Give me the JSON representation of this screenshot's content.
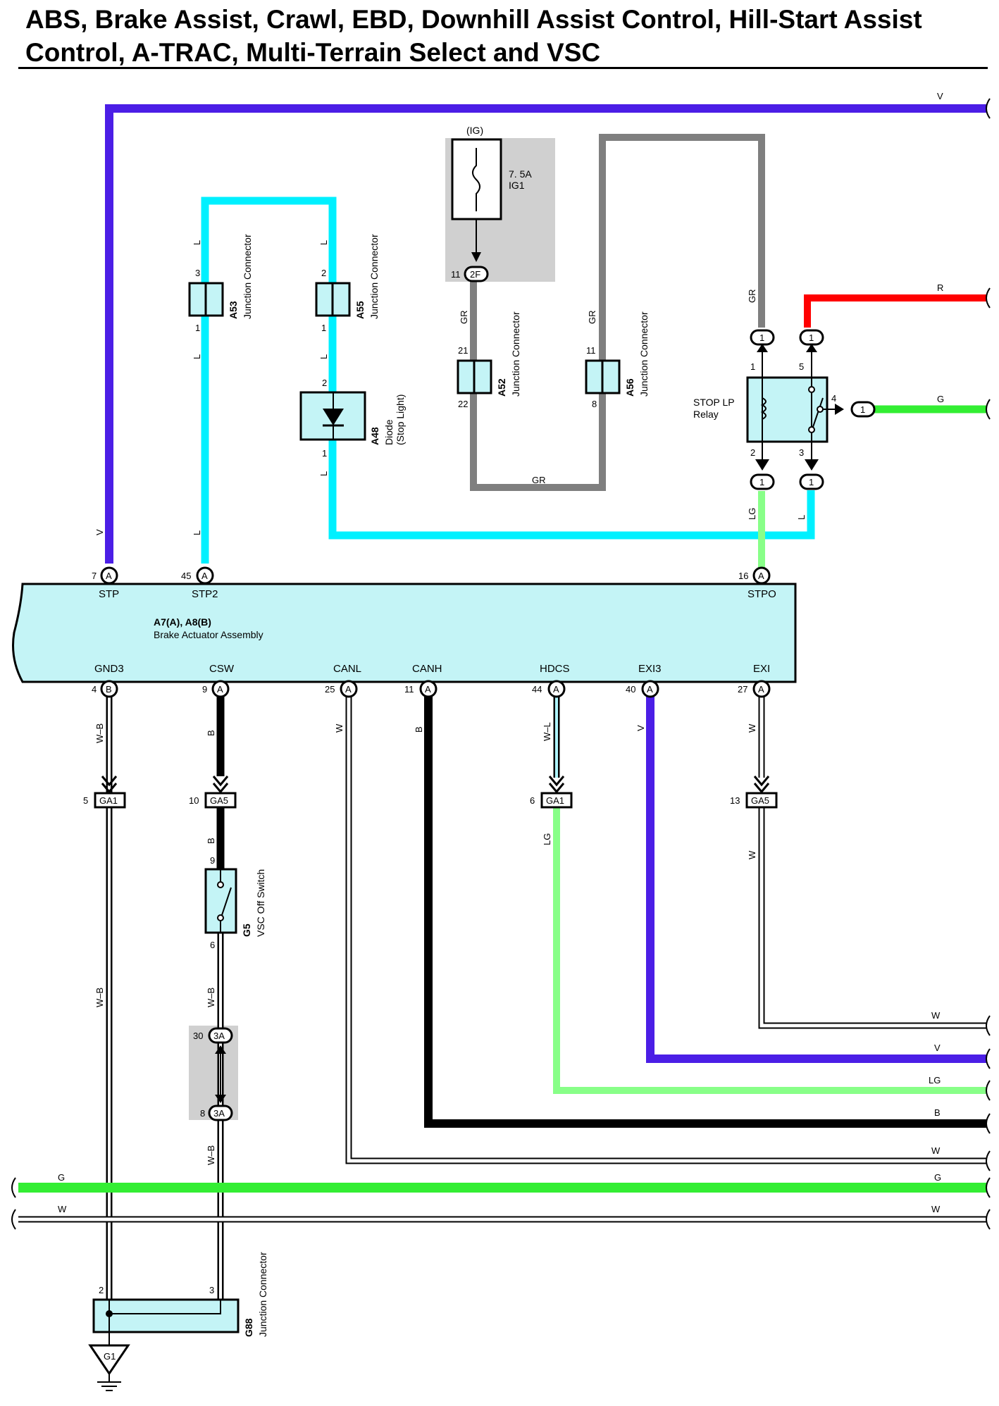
{
  "title": "ABS, Brake Assist, Crawl, EBD, Downhill Assist Control, Hill-Start Assist Control, A-TRAC, Multi-Terrain Select and VSC",
  "colors": {
    "V": "#4b1ee6",
    "L": "#00f0ff",
    "GR": "#7f7f7f",
    "R": "#ff0000",
    "G": "#33ee33",
    "LG": "#88ff88",
    "B": "#000000",
    "W": "#ffffff",
    "component_fill": "#c4f4f6",
    "shade": "#d0d0d0"
  },
  "wire_labels": {
    "v": "V",
    "l": "L",
    "gr": "GR",
    "r": "R",
    "g": "G",
    "lg": "LG",
    "b": "B",
    "w": "W",
    "wb": "W–B",
    "wl": "W–L"
  },
  "ecu": {
    "name": "A7(A), A8(B)",
    "desc": "Brake Actuator Assembly",
    "top_pins": [
      {
        "num": "7",
        "conn": "A",
        "sig": "STP"
      },
      {
        "num": "45",
        "conn": "A",
        "sig": "STP2"
      },
      {
        "num": "16",
        "conn": "A",
        "sig": "STPO"
      }
    ],
    "bottom_pins": [
      {
        "num": "4",
        "conn": "B",
        "sig": "GND3"
      },
      {
        "num": "9",
        "conn": "A",
        "sig": "CSW"
      },
      {
        "num": "25",
        "conn": "A",
        "sig": "CANL"
      },
      {
        "num": "11",
        "conn": "A",
        "sig": "CANH"
      },
      {
        "num": "44",
        "conn": "A",
        "sig": "HDCS"
      },
      {
        "num": "40",
        "conn": "A",
        "sig": "EXI3"
      },
      {
        "num": "27",
        "conn": "A",
        "sig": "EXI"
      }
    ]
  },
  "fuse": {
    "ig": "(IG)",
    "rating": "7. 5A",
    "name": "IG1",
    "pin": "11",
    "conn": "2F"
  },
  "junctions": {
    "a53": {
      "id": "A53",
      "desc": "Junction Connector",
      "pin_top": "3",
      "pin_bot": "1"
    },
    "a55": {
      "id": "A55",
      "desc": "Junction Connector",
      "pin_top": "2",
      "pin_bot": "1"
    },
    "a52": {
      "id": "A52",
      "desc": "Junction Connector",
      "pin_top": "21",
      "pin_bot": "22"
    },
    "a56": {
      "id": "A56",
      "desc": "Junction Connector",
      "pin_top": "11",
      "pin_bot": "8"
    },
    "g88": {
      "id": "G88",
      "desc": "Junction Connector",
      "pin_left": "2",
      "pin_right": "3"
    }
  },
  "diode": {
    "id": "A48",
    "desc": "Diode",
    "desc2": "(Stop Light)",
    "pin_top": "2",
    "pin_bot": "1"
  },
  "relay": {
    "name": "STOP LP",
    "name2": "Relay",
    "pins": {
      "p1": "1",
      "p2": "2",
      "p3": "3",
      "p4": "4",
      "p5": "5"
    },
    "conn": "1"
  },
  "inline": {
    "ga1_left": {
      "pin": "5",
      "conn": "GA1"
    },
    "ga5_csw": {
      "pin": "10",
      "conn": "GA5"
    },
    "ga1_hdcs": {
      "pin": "6",
      "conn": "GA1"
    },
    "ga5_exi": {
      "pin": "13",
      "conn": "GA5"
    },
    "j3a_top": {
      "pin": "30",
      "conn": "3A"
    },
    "j3a_bot": {
      "pin": "8",
      "conn": "3A"
    }
  },
  "vsc_switch": {
    "id": "G5",
    "desc": "VSC Off Switch",
    "pin_top": "9",
    "pin_bot": "6"
  },
  "ground": {
    "id": "G1"
  }
}
